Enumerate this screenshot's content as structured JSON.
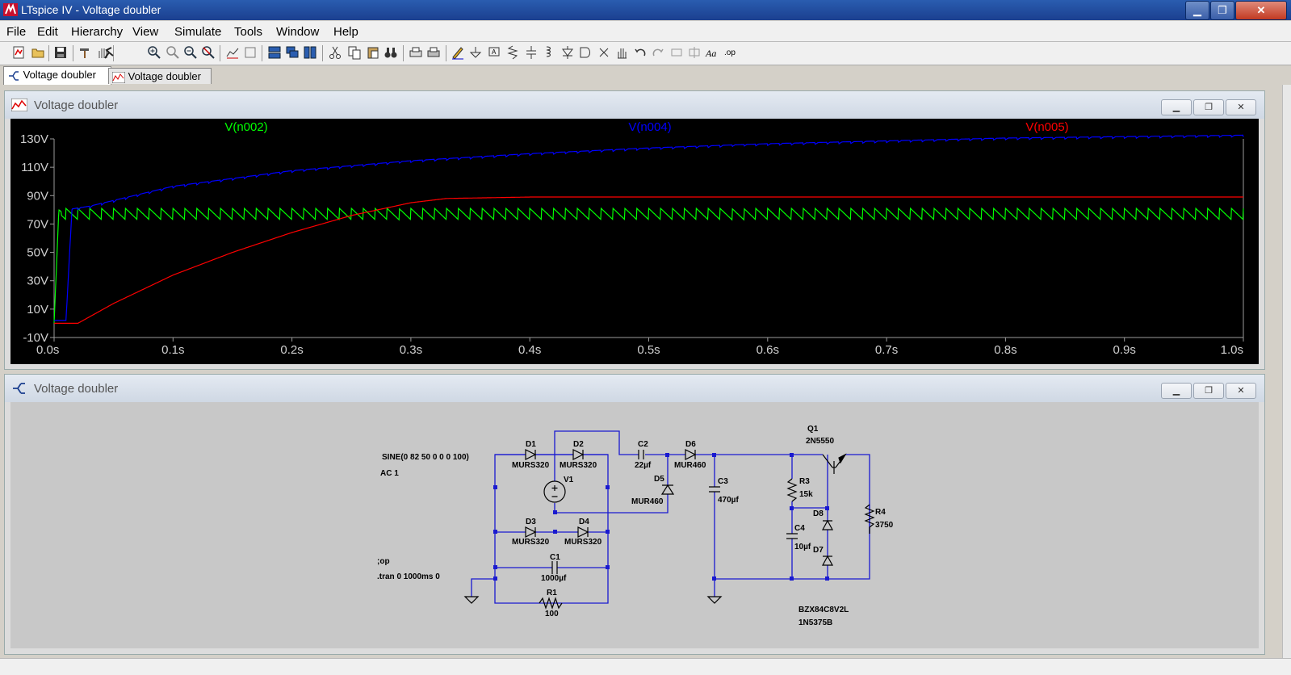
{
  "window": {
    "title": "LTspice IV - Voltage doubler",
    "minimize": "▁",
    "maximize": "❐",
    "close": "✕"
  },
  "menu": [
    "File",
    "Edit",
    "Hierarchy",
    "View",
    "Simulate",
    "Tools",
    "Window",
    "Help"
  ],
  "tabs": [
    {
      "label": "Voltage doubler",
      "icon": "schematic-icon",
      "active": true
    },
    {
      "label": "Voltage doubler",
      "icon": "waveform-icon",
      "active": false
    }
  ],
  "waveform_window": {
    "title": "Voltage doubler",
    "buttons": [
      "▁",
      "❐",
      "✕"
    ]
  },
  "schematic_window": {
    "title": "Voltage doubler",
    "buttons": [
      "▁",
      "❐",
      "✕"
    ]
  },
  "chart_data": {
    "type": "line",
    "background": "#000000",
    "xlim": [
      0,
      1.0
    ],
    "ylim": [
      -10,
      130
    ],
    "x_ticks": [
      "0.0s",
      "0.1s",
      "0.2s",
      "0.3s",
      "0.4s",
      "0.5s",
      "0.6s",
      "0.7s",
      "0.8s",
      "0.9s",
      "1.0s"
    ],
    "y_ticks": [
      "130V",
      "110V",
      "90V",
      "70V",
      "50V",
      "30V",
      "10V",
      "-10V"
    ],
    "series": [
      {
        "name": "V(n002)",
        "color": "#00ff00",
        "x": [
          0,
          0.004,
          0.01,
          0.1,
          0.2,
          0.3,
          0.4,
          0.5,
          0.6,
          0.7,
          0.8,
          0.9,
          1.0
        ],
        "y": [
          0,
          80,
          76,
          76,
          76,
          76,
          76,
          76,
          76,
          76,
          76,
          76,
          76
        ],
        "ripple": "sawtooth 100Hz between 73V and 81V"
      },
      {
        "name": "V(n004)",
        "color": "#0000ff",
        "x": [
          0,
          0.01,
          0.015,
          0.03,
          0.1,
          0.2,
          0.3,
          0.4,
          0.5,
          0.6,
          0.7,
          0.8,
          0.9,
          1.0
        ],
        "y": [
          2,
          2,
          80,
          82,
          96,
          107,
          114,
          119,
          123,
          126,
          128,
          130,
          131,
          132
        ]
      },
      {
        "name": "V(n005)",
        "color": "#ff0000",
        "x": [
          0,
          0.01,
          0.02,
          0.05,
          0.1,
          0.15,
          0.2,
          0.25,
          0.3,
          0.33,
          0.4,
          0.5,
          0.6,
          0.7,
          0.8,
          0.9,
          1.0
        ],
        "y": [
          0,
          0,
          0,
          14,
          34,
          50,
          64,
          76,
          85,
          88,
          89,
          89,
          89,
          89,
          89,
          89,
          89
        ]
      }
    ]
  },
  "schematic": {
    "directives": [
      "SINE(0 82 50 0 0 0 100)",
      "AC 1",
      ";op",
      ".tran 0 1000ms 0"
    ],
    "labels": {
      "D1": "D1",
      "D1v": "MURS320",
      "D2": "D2",
      "D2v": "MURS320",
      "D3": "D3",
      "D3v": "MURS320",
      "D4": "D4",
      "D4v": "MURS320",
      "V1": "V1",
      "C1": "C1",
      "C1v": "1000µf",
      "R1": "R1",
      "R1v": "100",
      "C2": "C2",
      "C2v": "22µf",
      "D5": "D5",
      "D5v": "MUR460",
      "D6": "D6",
      "D6v": "MUR460",
      "C3": "C3",
      "C3v": "470µf",
      "Q1": "Q1",
      "Q1v": "2N5550",
      "R3": "R3",
      "R3v": "15k",
      "C4": "C4",
      "C4v": "10µf",
      "D8": "D8",
      "D7": "D7",
      "R4": "R4",
      "R4v": "3750",
      "D8v": "BZX84C8V2L",
      "D7v": "1N5375B"
    }
  }
}
